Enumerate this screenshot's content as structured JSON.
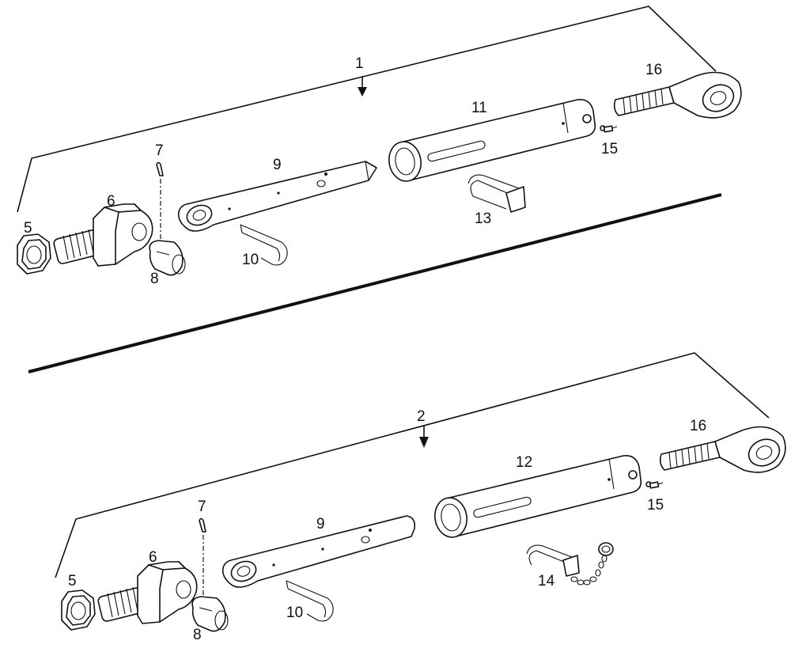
{
  "diagram": {
    "assembly_1": {
      "label": "1",
      "parts": {
        "p5": "5",
        "p6": "6",
        "p7": "7",
        "p8": "8",
        "p9": "9",
        "p10": "10",
        "p11": "11",
        "p13": "13",
        "p15": "15",
        "p16": "16"
      }
    },
    "assembly_2": {
      "label": "2",
      "parts": {
        "p5": "5",
        "p6": "6",
        "p7": "7",
        "p8": "8",
        "p9": "9",
        "p10": "10",
        "p12": "12",
        "p14": "14",
        "p15": "15",
        "p16": "16"
      }
    }
  }
}
